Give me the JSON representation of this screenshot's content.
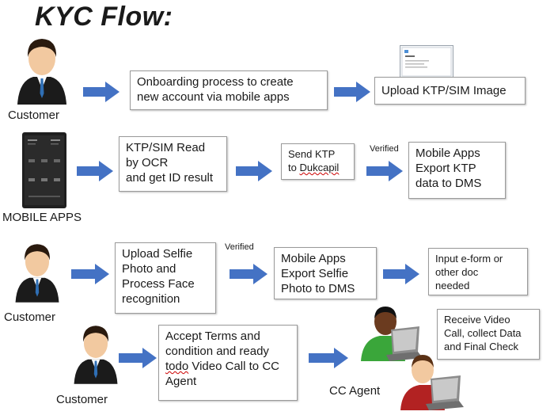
{
  "title": "KYC Flow:",
  "actors": {
    "customer_1": "Customer",
    "mobile_apps": "MOBILE APPS",
    "customer_2": "Customer",
    "customer_3": "Customer",
    "cc_agent": "CC Agent"
  },
  "row1": {
    "step1": "Onboarding process to create\nnew account via mobile apps",
    "step2": "Upload KTP/SIM  Image"
  },
  "row2": {
    "step1": "KTP/SIM Read\nby OCR\nand get ID result",
    "step2_line1": "Send KTP",
    "step2_line2_prefix": "to ",
    "step2_line2_word": "Dukcapil",
    "verified": "Verified",
    "step3": "Mobile Apps\nExport KTP\ndata to DMS"
  },
  "row3": {
    "step1": "Upload Selfie\nPhoto and\nProcess Face\nrecognition",
    "verified": "Verified",
    "step2": "Mobile Apps\nExport Selfie\nPhoto to DMS",
    "step3": "Input e-form or\nother doc\nneeded"
  },
  "row4": {
    "step1_line1": "Accept Terms and",
    "step1_line2": "condition and ready",
    "step1_line3_word": "todo",
    "step1_line3_rest": " Video Call to CC",
    "step1_line4": "Agent",
    "step2": "Receive Video\nCall, collect Data\nand Final Check"
  },
  "colors": {
    "arrow": "#4472c4",
    "suit": "#1b1b1b",
    "skin": "#f2c9a0",
    "tie": "#2f6fb5"
  }
}
